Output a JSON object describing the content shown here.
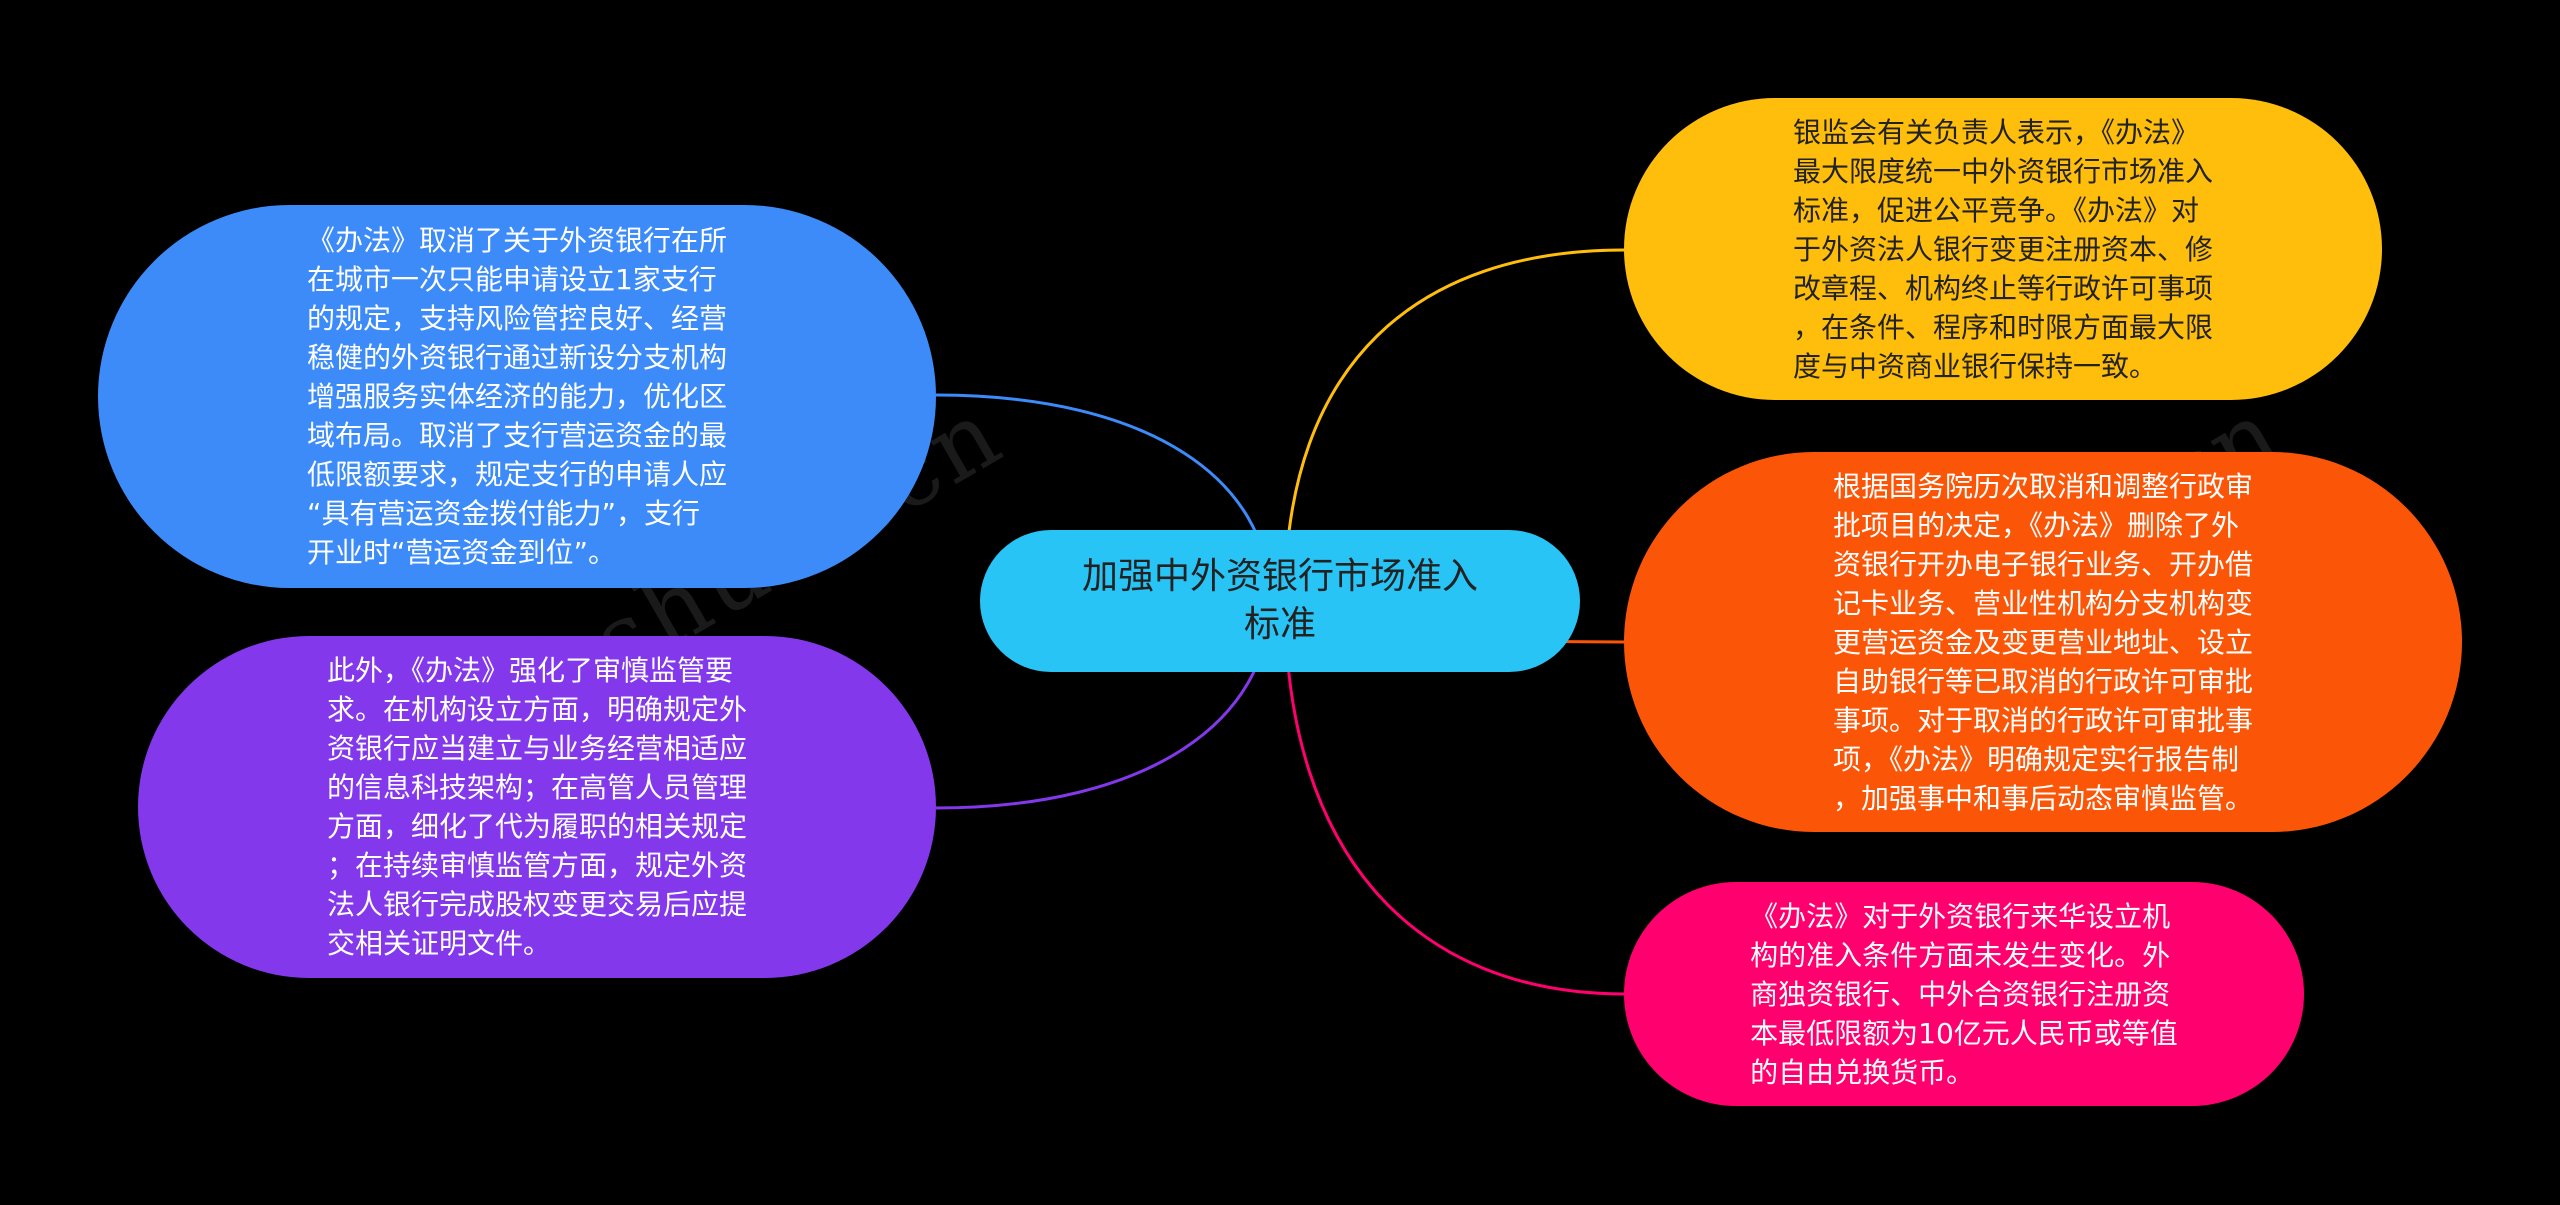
{
  "colors": {
    "background": "#000000",
    "center": "#29c4f6",
    "blue": "#3c8bf9",
    "purple": "#8338ec",
    "yellow": "#ffbe0b",
    "orange": "#fb5607",
    "pink": "#ff006e"
  },
  "watermark": {
    "left": "树图 shutu.cn",
    "right": "树图 shutu.cn"
  },
  "center": {
    "label": "加强中外资银行市场准入\n标准"
  },
  "branches": {
    "blue": "《办法》取消了关于外资银行在所\n在城市一次只能申请设立1家支行\n的规定，支持风险管控良好、经营\n稳健的外资银行通过新设分支机构\n增强服务实体经济的能力，优化区\n域布局。取消了支行营运资金的最\n低限额要求，规定支行的申请人应\n“具有营运资金拨付能力”，支行\n开业时“营运资金到位”。",
    "purple": "此外，《办法》强化了审慎监管要\n求。在机构设立方面，明确规定外\n资银行应当建立与业务经营相适应\n的信息科技架构；在高管人员管理\n方面，细化了代为履职的相关规定\n；在持续审慎监管方面，规定外资\n法人银行完成股权变更交易后应提\n交相关证明文件。",
    "yellow": "银监会有关负责人表示，《办法》\n最大限度统一中外资银行市场准入\n标准，促进公平竞争。《办法》对\n于外资法人银行变更注册资本、修\n改章程、机构终止等行政许可事项\n，在条件、程序和时限方面最大限\n度与中资商业银行保持一致。",
    "orange": "根据国务院历次取消和调整行政审\n批项目的决定，《办法》删除了外\n资银行开办电子银行业务、开办借\n记卡业务、营业性机构分支机构变\n更营运资金及变更营业地址、设立\n自助银行等已取消的行政许可审批\n事项。对于取消的行政许可审批事\n项，《办法》明确规定实行报告制\n，加强事中和事后动态审慎监管。",
    "pink": "《办法》对于外资银行来华设立机\n构的准入条件方面未发生变化。外\n商独资银行、中外合资银行注册资\n本最低限额为10亿元人民币或等值\n的自由兑换货币。"
  }
}
